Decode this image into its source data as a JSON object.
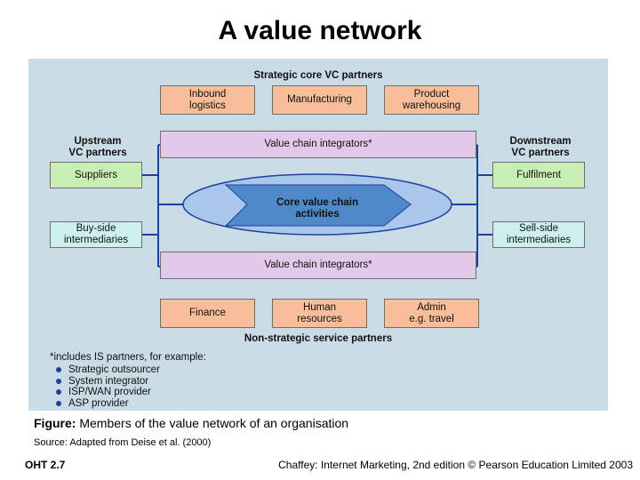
{
  "slide": {
    "title": "A value network",
    "footer_left": "OHT 2.7",
    "footer_right": "Chaffey: Internet Marketing, 2nd edition © Pearson Education Limited 2003"
  },
  "figure": {
    "caption_prefix": "Figure:",
    "caption_text": " Members of the value network of an organisation",
    "source": "Source: Adapted from Deise et al. (2000)"
  },
  "diagram": {
    "top_heading": "Strategic core VC partners",
    "top_boxes": [
      "Inbound\nlogistics",
      "Manufacturing",
      "Product\nwarehousing"
    ],
    "integrator_top": "Value chain integrators*",
    "upstream_heading": "Upstream\nVC partners",
    "upstream_boxes": [
      "Suppliers",
      "Buy-side\nintermediaries"
    ],
    "downstream_heading": "Downstream\nVC partners",
    "downstream_boxes": [
      "Fulfilment",
      "Sell-side\nintermediaries"
    ],
    "core_label": "Core value chain\nactivities",
    "integrator_bottom": "Value chain integrators*",
    "bottom_boxes": [
      "Finance",
      "Human\nresources",
      "Admin\ne.g. travel"
    ],
    "bottom_heading": "Non-strategic service partners",
    "notes_intro": "*includes IS partners, for example:",
    "notes_items": [
      "Strategic outsourcer",
      "System integrator",
      "ISP/WAN provider",
      "ASP provider"
    ],
    "colors": {
      "panel": "#c9dbe5",
      "orange_box": "#f7be99",
      "purple_box": "#e2c9ea",
      "green_box": "#c9eeb4",
      "cyan_box": "#cdf0ef",
      "connector": "#1d3f9e",
      "ellipse": "#a9c7ea",
      "arrow": "#4f89c9"
    }
  }
}
